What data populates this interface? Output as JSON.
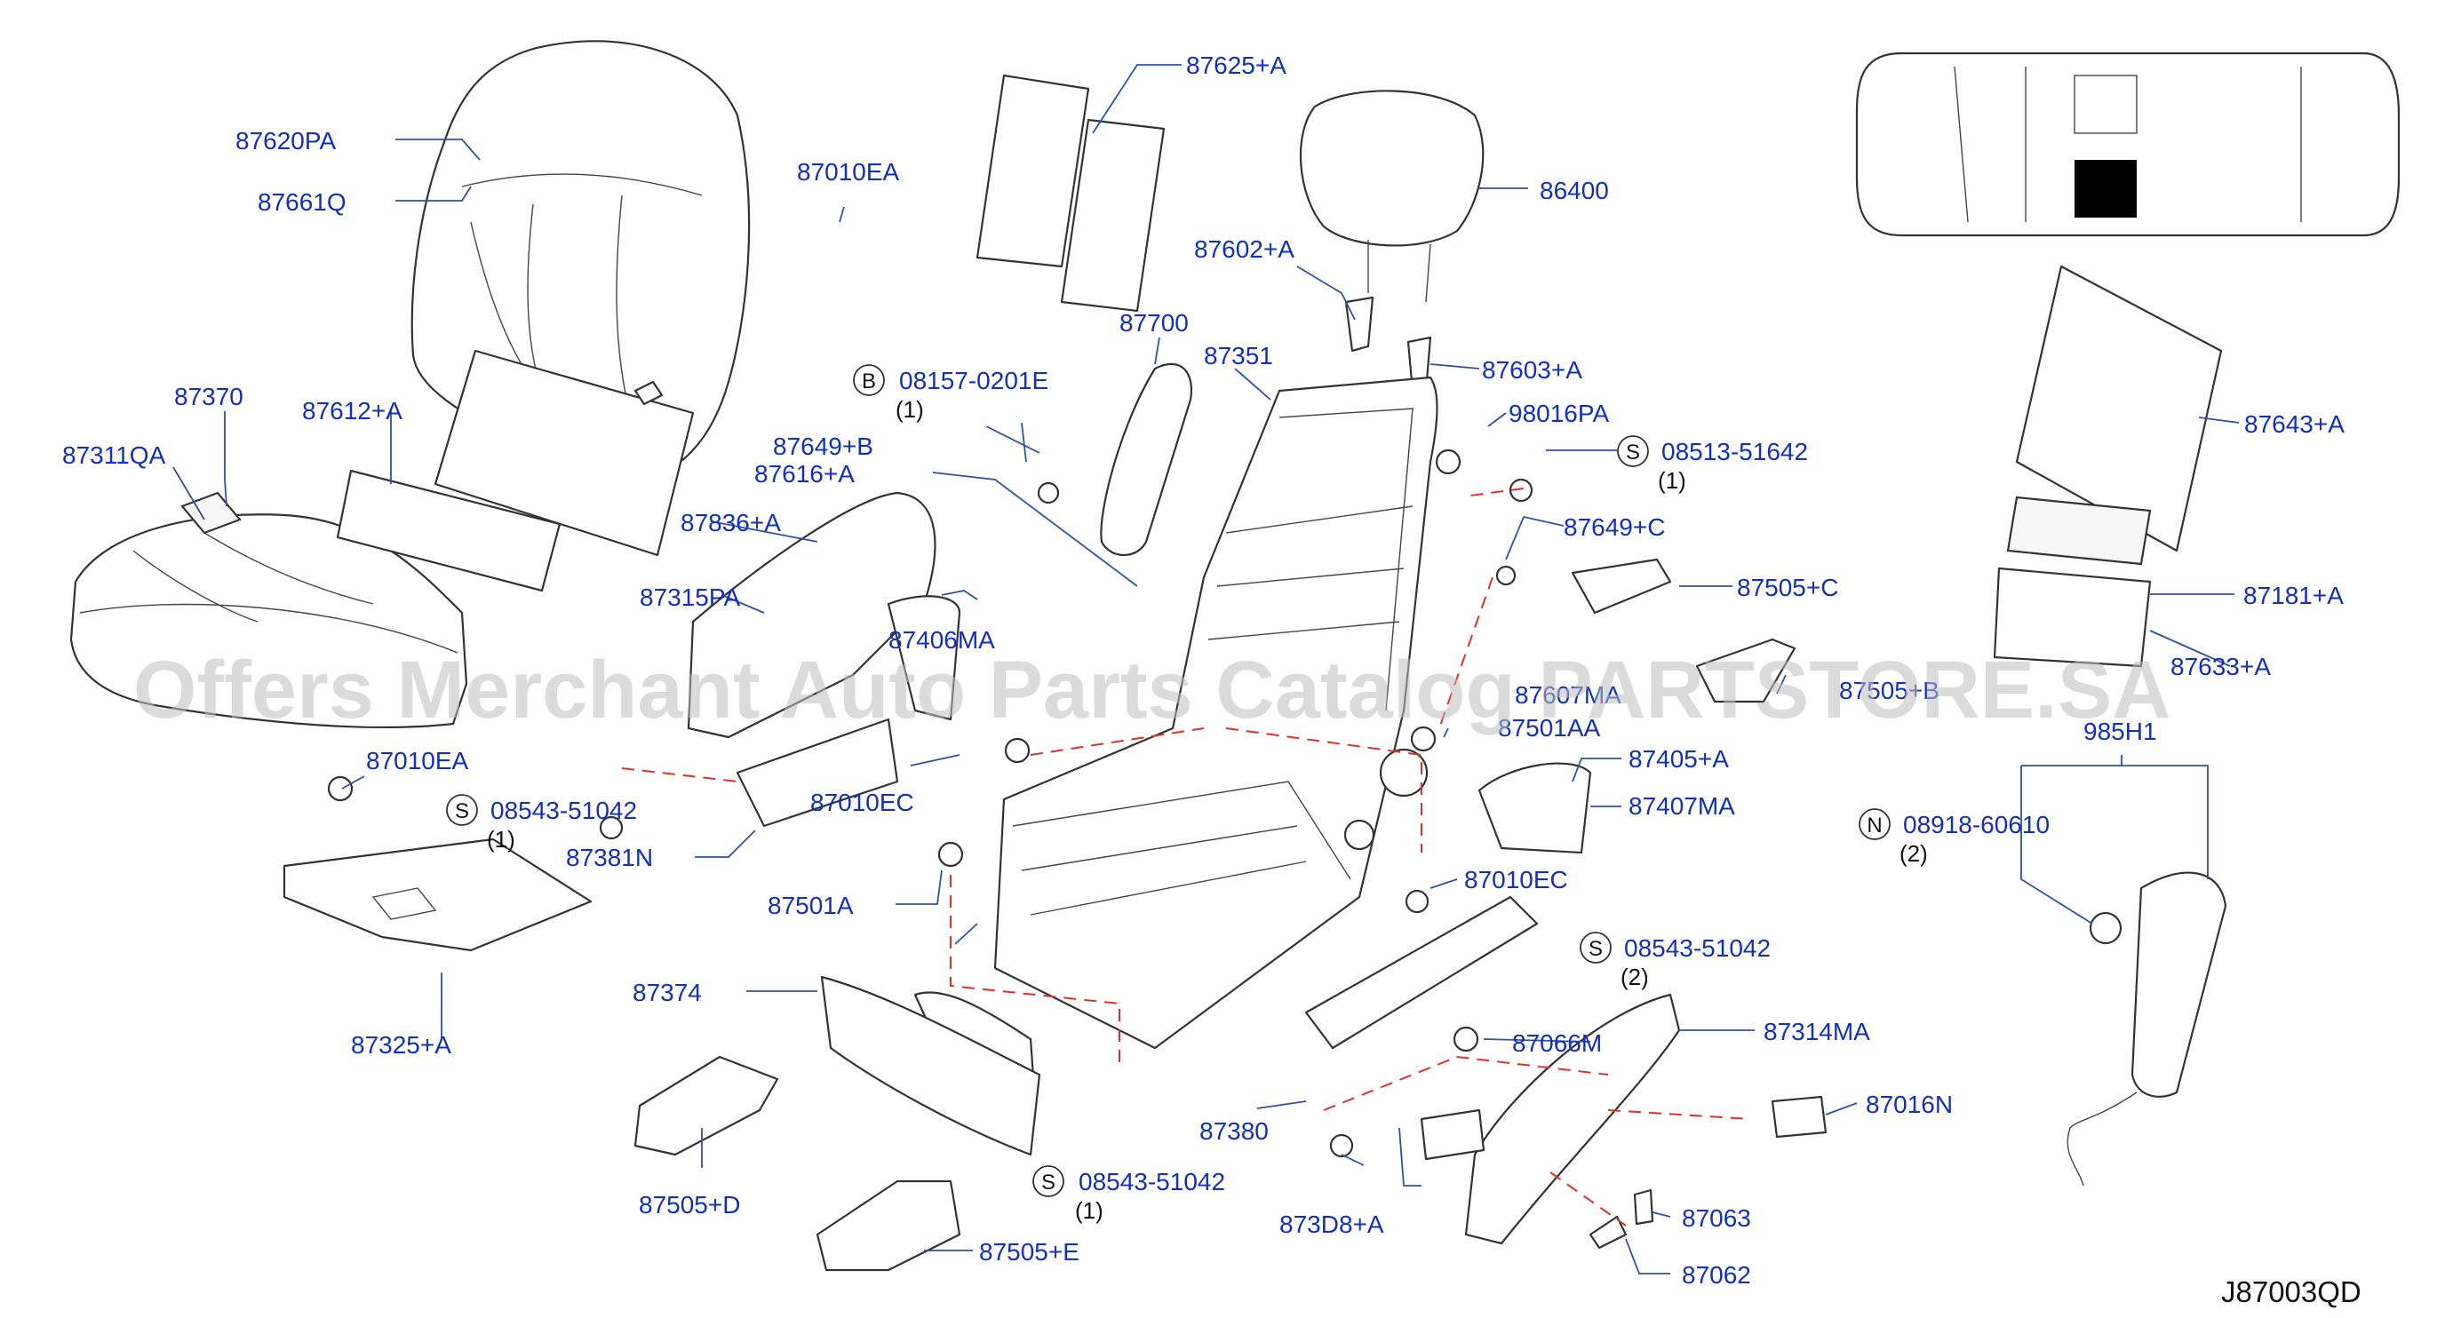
{
  "watermark": "Offers Merchant Auto Parts Catalog PARTSTORE.SA",
  "diagram_code": "J87003QD",
  "parts": [
    {
      "num": "87620PA"
    },
    {
      "num": "87661Q"
    },
    {
      "num": "87370"
    },
    {
      "num": "87612+A"
    },
    {
      "num": "87311QA"
    },
    {
      "num": "87010EA"
    },
    {
      "num": "87010EA"
    },
    {
      "num": "87625+A"
    },
    {
      "num": "86400"
    },
    {
      "num": "87602+A"
    },
    {
      "num": "87700"
    },
    {
      "num": "87351"
    },
    {
      "num": "87603+A"
    },
    {
      "num": "98016PA"
    },
    {
      "num": "87649+B"
    },
    {
      "num": "87616+A"
    },
    {
      "num": "87836+A"
    },
    {
      "num": "87649+C"
    },
    {
      "num": "87315PA"
    },
    {
      "num": "87505+C"
    },
    {
      "num": "87406MA"
    },
    {
      "num": "87607MA"
    },
    {
      "num": "87505+B"
    },
    {
      "num": "87501AA"
    },
    {
      "num": "87405+A"
    },
    {
      "num": "87407MA"
    },
    {
      "num": "87010EC"
    },
    {
      "num": "87381N"
    },
    {
      "num": "87501A"
    },
    {
      "num": "87010EC"
    },
    {
      "num": "87374"
    },
    {
      "num": "87066M"
    },
    {
      "num": "87314MA"
    },
    {
      "num": "87380"
    },
    {
      "num": "87016N"
    },
    {
      "num": "873D8+A"
    },
    {
      "num": "87063"
    },
    {
      "num": "87062"
    },
    {
      "num": "87505+D"
    },
    {
      "num": "87505+E"
    },
    {
      "num": "87325+A"
    },
    {
      "num": "87643+A"
    },
    {
      "num": "87181+A"
    },
    {
      "num": "87633+A"
    },
    {
      "num": "985H1"
    }
  ],
  "fasteners": [
    {
      "symbol": "B",
      "num": "08157-0201E",
      "qty": "(1)"
    },
    {
      "symbol": "S",
      "num": "08513-51642",
      "qty": "(1)"
    },
    {
      "symbol": "S",
      "num": "08543-51042",
      "qty": "(1)"
    },
    {
      "symbol": "N",
      "num": "08918-60610",
      "qty": "(2)"
    },
    {
      "symbol": "S",
      "num": "08543-51042",
      "qty": "(2)"
    },
    {
      "symbol": "S",
      "num": "08543-51042",
      "qty": "(1)"
    }
  ]
}
